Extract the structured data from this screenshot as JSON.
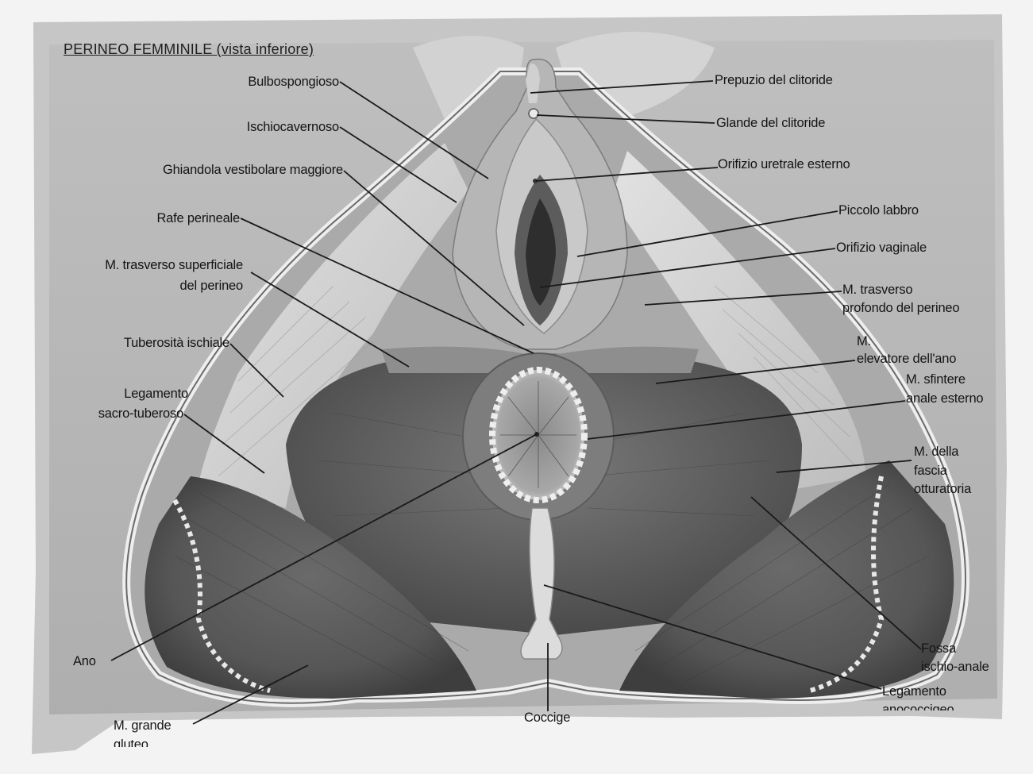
{
  "title": "PERINEO FEMMINILE (vista inferiore)",
  "labels_left": {
    "bulbospongioso": "Bulbospongioso",
    "ischiocavernoso": "Ischiocavernoso",
    "ghiandola": "Ghiandola vestibolare maggiore",
    "rafe": "Rafe perineale",
    "trasverso_sup_1": "M. trasverso superficiale",
    "trasverso_sup_2": "del perineo",
    "tuberosita": "Tuberosità ischiale",
    "legamento_st_1": "Legamento",
    "legamento_st_2": "sacro-tuberoso",
    "ano": "Ano",
    "grande_gluteo_1": "M. grande",
    "grande_gluteo_2": "gluteo"
  },
  "labels_right": {
    "prepuzio": "Prepuzio del clitoride",
    "glande": "Glande del clitoride",
    "orifizio_uretrale": "Orifizio uretrale esterno",
    "piccolo_labbro": "Piccolo labbro",
    "orifizio_vaginale": "Orifizio vaginale",
    "trasverso_prof_1": "M. trasverso",
    "trasverso_prof_2": "profondo del perineo",
    "elevatore_1": "M.",
    "elevatore_2": "elevatore dell'ano",
    "sfintere_1": "M. sfintere",
    "sfintere_2": "anale esterno",
    "fascia_1": "M. della",
    "fascia_2": "fascia",
    "fascia_3": "otturatoria",
    "fossa_1": "Fossa",
    "fossa_2": "ischio-anale",
    "legamento_ac_1": "Legamento",
    "legamento_ac_2": "anococcigeo"
  },
  "labels_bottom": {
    "coccige": "Coccige"
  }
}
